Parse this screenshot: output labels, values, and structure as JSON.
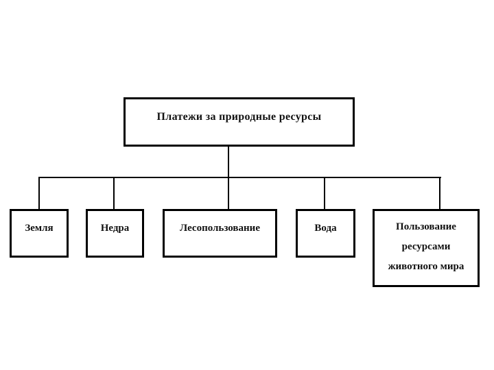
{
  "diagram": {
    "title": "Платежи за природные ресурсы",
    "background_color": "#ffffff",
    "line_color": "#000000",
    "text_color": "#111111",
    "root": {
      "label": "Платежи за природные ресурсы"
    },
    "children": [
      {
        "label": "Земля"
      },
      {
        "label": "Недра"
      },
      {
        "label": "Лесопользование"
      },
      {
        "label": "Вода"
      },
      {
        "label": "Пользование ресурсами животного мира",
        "lines": [
          "Пользование",
          "ресурсами",
          "животного мира"
        ]
      }
    ]
  }
}
